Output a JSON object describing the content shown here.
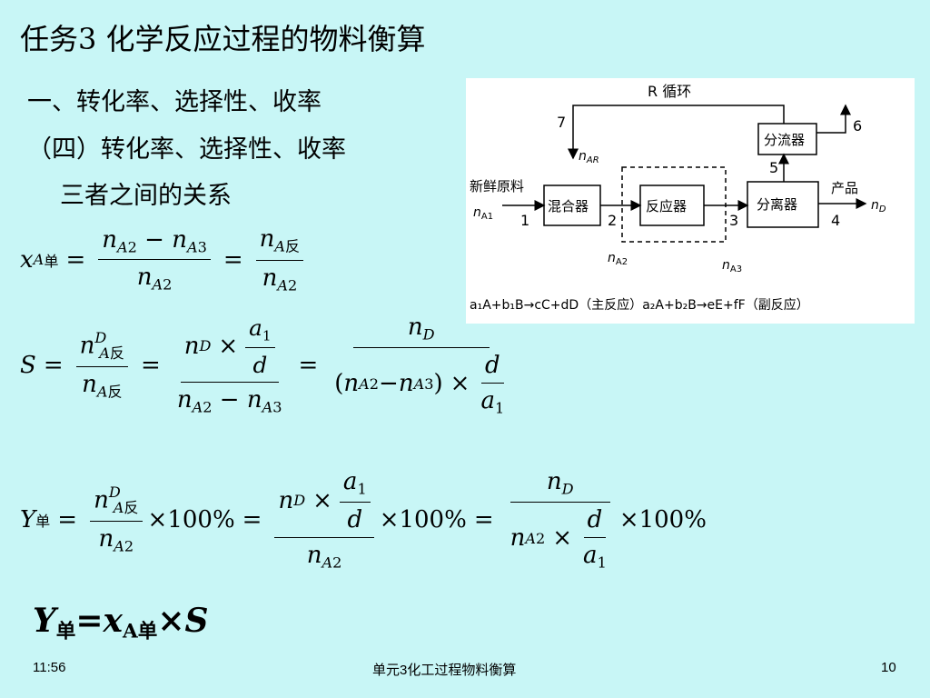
{
  "title": "任务3  化学反应过程的物料衡算",
  "heading1": "一、转化率、选择性、收率",
  "heading2": "（四）转化率、选择性、收率",
  "heading3": "三者之间的关系",
  "diagram": {
    "recycle_label": "R 循环",
    "splitter": "分流器",
    "mixer": "混合器",
    "reactor": "反应器",
    "separator": "分离器",
    "fresh_feed": "新鲜原料",
    "product": "产品",
    "stream_7": "7",
    "stream_6": "6",
    "stream_5": "5",
    "stream_1": "1",
    "stream_2": "2",
    "stream_3": "3",
    "stream_4": "4",
    "reaction_line": "a₁A+b₁B→cC+dD（主反应）a₂A+b₂B→eE+fF（副反应）"
  },
  "final_formula": {
    "Y": "Y",
    "sub1": "单",
    "eq": "=",
    "x": "x",
    "sub2": "A单",
    "times": "×",
    "S": "S"
  },
  "footer": {
    "time": "11:56",
    "center": "单元3化工过程物料衡算",
    "page": "10"
  }
}
